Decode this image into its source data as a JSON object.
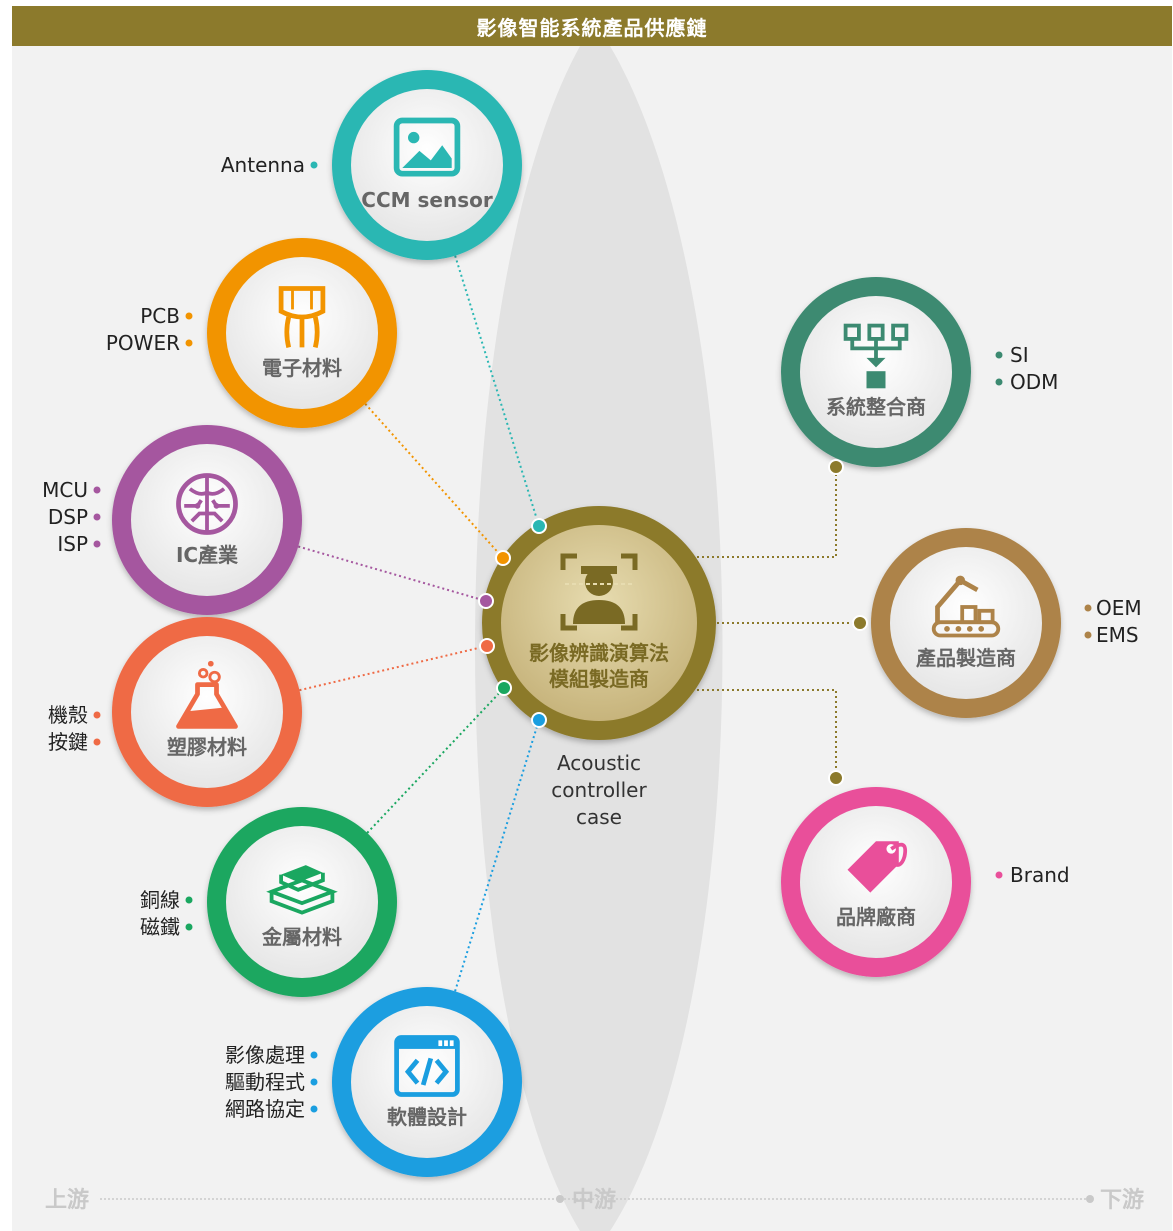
{
  "title": "影像智能系統產品供應鏈",
  "center": {
    "name_line1": "影像辨識演算法",
    "name_line2": "模組製造商",
    "sub": [
      "Acoustic",
      "controller",
      "case"
    ]
  },
  "upstream": [
    {
      "id": "ccm",
      "label": "CCM sensor",
      "icon": "image-icon",
      "color": "#2ab7b3",
      "items": [
        "Antenna"
      ]
    },
    {
      "id": "electronic",
      "label": "電子材料",
      "icon": "electronic-component-icon",
      "color": "#f29400",
      "items": [
        "PCB",
        "POWER"
      ]
    },
    {
      "id": "ic",
      "label": "IC產業",
      "icon": "chip-brain-icon",
      "color": "#a5579f",
      "items": [
        "MCU",
        "DSP",
        "ISP"
      ]
    },
    {
      "id": "plastic",
      "label": "塑膠材料",
      "icon": "flask-icon",
      "color": "#ef6a45",
      "items": [
        "機殼",
        "按鍵"
      ]
    },
    {
      "id": "metal",
      "label": "金屬材料",
      "icon": "metal-bars-icon",
      "color": "#1aa760",
      "items": [
        "銅線",
        "磁鐵"
      ]
    },
    {
      "id": "software",
      "label": "軟體設計",
      "icon": "code-window-icon",
      "color": "#1a9ee0",
      "items": [
        "影像處理",
        "驅動程式",
        "網路協定"
      ]
    }
  ],
  "downstream": [
    {
      "id": "si",
      "label": "系統整合商",
      "icon": "hierarchy-icon",
      "color": "#3c8a71",
      "items": [
        "SI",
        "ODM"
      ]
    },
    {
      "id": "manufacturer",
      "label": "產品製造商",
      "icon": "robot-arm-icon",
      "color": "#ad8349",
      "items": [
        "OEM",
        "EMS"
      ]
    },
    {
      "id": "brand",
      "label": "品牌廠商",
      "icon": "tag-icon",
      "color": "#e94f9a",
      "items": [
        "Brand"
      ]
    }
  ],
  "axis": {
    "left": "上游",
    "mid": "中游",
    "right": "下游"
  },
  "colors": {
    "header": "#8c7a2c",
    "center_ring": "#8c7a2c",
    "connector_down": "#8c7a2c",
    "axis_text": "#c9c9c9"
  }
}
